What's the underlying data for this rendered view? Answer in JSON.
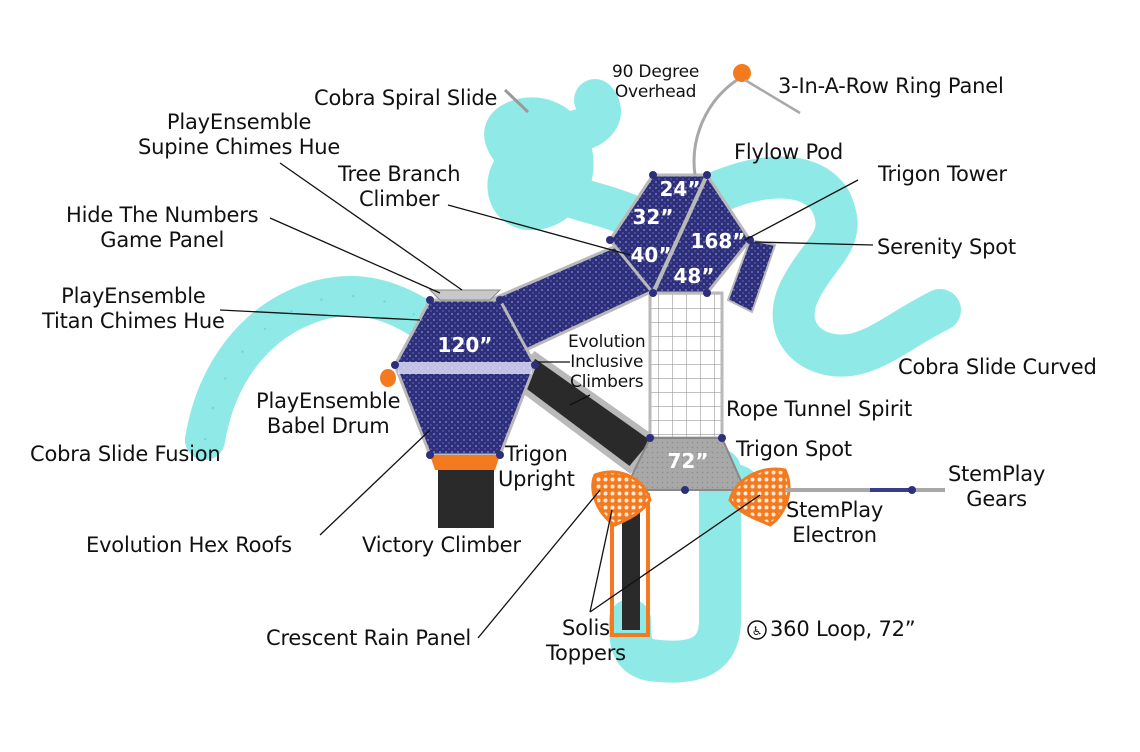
{
  "title": "Playground structure plan view with labeled components",
  "colors": {
    "slide": "#8fe9e6",
    "slide_edge": "#5cc7c4",
    "panel": "#2e2f7a",
    "panel_dots": "#8c8fd0",
    "frame": "#b9b9b9",
    "orange": "#f47a20",
    "dark": "#2a2a2a",
    "gray_deck": "#9e9e9e",
    "leader": "#111111"
  },
  "labels": {
    "cobra_spiral_slide": "Cobra Spiral Slide",
    "ninety_degree_overhead_1": "90 Degree",
    "ninety_degree_overhead_2": "Overhead",
    "three_in_a_row": "3-In-A-Row Ring Panel",
    "supine_chimes_1": "PlayEnsemble",
    "supine_chimes_2": "Supine Chimes Hue",
    "flylow_pod": "Flylow Pod",
    "tree_branch_1": "Tree Branch",
    "tree_branch_2": "Climber",
    "trigon_tower": "Trigon Tower",
    "hide_numbers_1": "Hide The Numbers",
    "hide_numbers_2": "Game Panel",
    "serenity_spot": "Serenity Spot",
    "titan_chimes_1": "PlayEnsemble",
    "titan_chimes_2": "Titan Chimes Hue",
    "evolution_inclusive_1": "Evolution",
    "evolution_inclusive_2": "Inclusive",
    "evolution_inclusive_3": "Climbers",
    "cobra_slide_curved": "Cobra Slide Curved",
    "babel_drum_1": "PlayEnsemble",
    "babel_drum_2": "Babel Drum",
    "rope_tunnel": "Rope Tunnel Spirit",
    "cobra_slide_fusion": "Cobra Slide Fusion",
    "trigon_spot": "Trigon Spot",
    "trigon_upright_1": "Trigon",
    "trigon_upright_2": "Upright",
    "stemplay_gears_1": "StemPlay",
    "stemplay_gears_2": "Gears",
    "stemplay_electron_1": "StemPlay",
    "stemplay_electron_2": "Electron",
    "evolution_hex_roofs": "Evolution Hex Roofs",
    "victory_climber": "Victory Climber",
    "crescent_rain": "Crescent Rain Panel",
    "solis_toppers_1": "Solis",
    "solis_toppers_2": "Toppers",
    "loop_360": "360 Loop, 72”"
  },
  "deck_heights": {
    "left_hex": "120”",
    "top_24": "24”",
    "top_32": "32”",
    "top_40": "40”",
    "top_48": "48”",
    "tower_168": "168”",
    "trigon_spot_72": "72”"
  },
  "icons": {
    "accessible": "wheelchair-accessible-icon"
  }
}
